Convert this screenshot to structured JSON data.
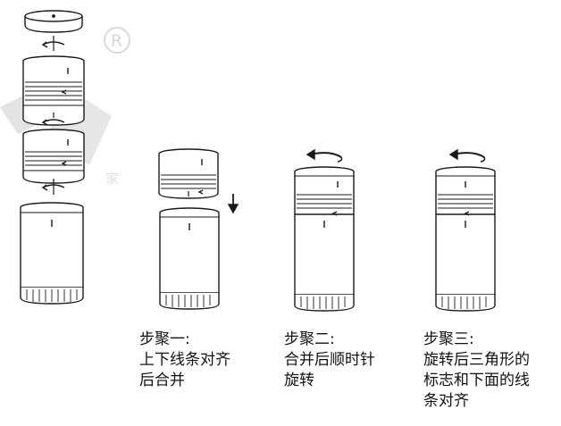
{
  "captions": {
    "step1": {
      "title": "步聚一:",
      "line1": "上下线条对齐",
      "line2": "后合并"
    },
    "step2": {
      "title": "步聚二:",
      "line1": "合并后顺时针",
      "line2": "旋转"
    },
    "step3": {
      "title": "步聚三:",
      "line1": "旋转后三角形的",
      "line2": "标志和下面的线",
      "line3": "条对齐"
    }
  },
  "watermark": {
    "mark": "R",
    "text": "家"
  },
  "colors": {
    "outline": "#1a1a1a",
    "watermark": "#d9d9d9"
  }
}
